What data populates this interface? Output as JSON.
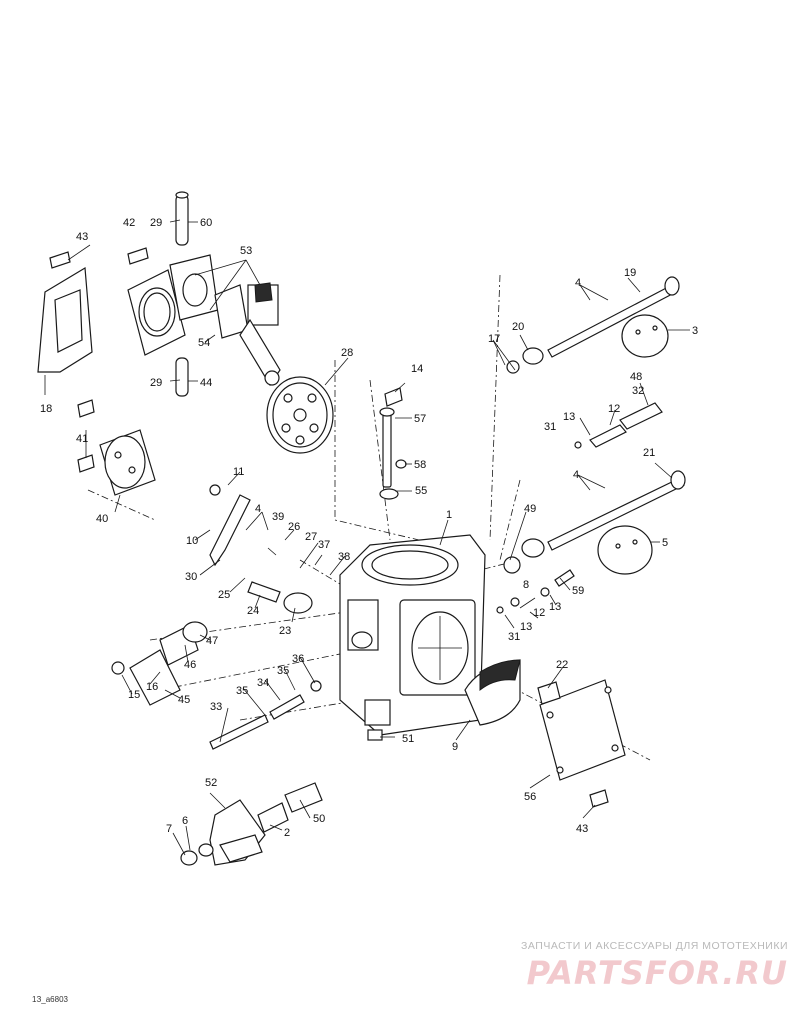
{
  "diagram": {
    "callouts": {
      "c1": "1",
      "c2": "2",
      "c3": "3",
      "c4a": "4",
      "c4b": "4",
      "c4c": "4",
      "c5": "5",
      "c6": "6",
      "c7": "7",
      "c8": "8",
      "c9": "9",
      "c10": "10",
      "c11": "11",
      "c12a": "12",
      "c12b": "12",
      "c13a": "13",
      "c13b": "13",
      "c13c": "13",
      "c14": "14",
      "c15": "15",
      "c16": "16",
      "c17": "17",
      "c18": "18",
      "c19": "19",
      "c20": "20",
      "c21": "21",
      "c22": "22",
      "c23": "23",
      "c24": "24",
      "c25": "25",
      "c26": "26",
      "c27": "27",
      "c28": "28",
      "c29a": "29",
      "c29b": "29",
      "c30": "30",
      "c31a": "31",
      "c31b": "31",
      "c32": "32",
      "c33": "33",
      "c34": "34",
      "c35a": "35",
      "c35b": "35",
      "c36": "36",
      "c37": "37",
      "c38": "38",
      "c39": "39",
      "c40": "40",
      "c41": "41",
      "c42": "42",
      "c43a": "43",
      "c43b": "43",
      "c44": "44",
      "c45": "45",
      "c46": "46",
      "c47": "47",
      "c48": "48",
      "c49": "49",
      "c50": "50",
      "c51": "51",
      "c52": "52",
      "c53": "53",
      "c54": "54",
      "c55": "55",
      "c56": "56",
      "c57": "57",
      "c58": "58",
      "c59": "59",
      "c60": "60"
    },
    "figure_code": "1З_a6803"
  },
  "watermark": {
    "caption": "ЗАПЧАСТИ И АКСЕССУАРЫ ДЛЯ МОТОТЕХНИКИ",
    "logo": "PARTSFOR.RU"
  }
}
